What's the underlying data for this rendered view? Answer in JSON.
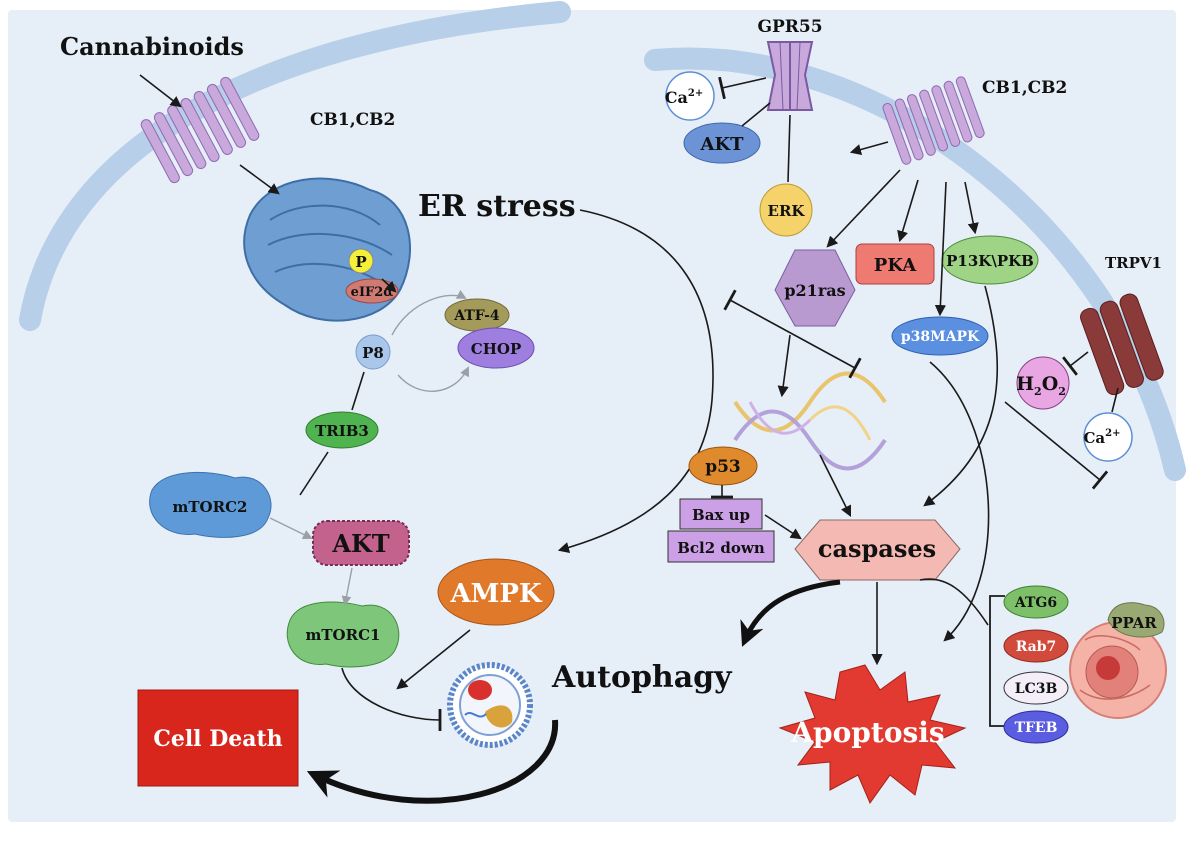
{
  "labels": {
    "cannabinoids": "Cannabinoids",
    "cb1cb2_left": "CB1,CB2",
    "p_badge": "P",
    "eif2a": "eIF2α",
    "atf4": "ATF-4",
    "chop": "CHOP",
    "p8": "P8",
    "trib3": "TRIB3",
    "mtorc2": "mTORC2",
    "akt_left": "AKT",
    "mtorc1": "mTORC1",
    "er_stress": "ER stress",
    "ampk": "AMPK",
    "autophagy": "Autophagy",
    "cell_death": "Cell Death",
    "gpr55": "GPR55",
    "ca_top_base": "Ca",
    "ca_top_sup": "2+",
    "akt_right": "AKT",
    "erk": "ERK",
    "cb1cb2_right": "CB1,CB2",
    "pka": "PKA",
    "pi3k_pkb": "P13K\\PKB",
    "p21ras": "p21ras",
    "p38mapk": "p38MAPK",
    "trpv1": "TRPV1",
    "h2o2_h": "H",
    "h2o2_sub1": "2",
    "h2o2_o": "O",
    "h2o2_sub2": "2",
    "ca_right_base": "Ca",
    "ca_right_sup": "2+",
    "p53": "p53",
    "bax_up": "Bax up",
    "bcl2_down": "Bcl2 down",
    "caspases": "caspases",
    "apoptosis": "Apoptosis",
    "atg6": "ATG6",
    "rab7": "Rab7",
    "lc3b": "LC3B",
    "tfeb": "TFEB",
    "ppar": "PPAR"
  },
  "colors": {
    "background": "#e6eef7",
    "membrane": "#b7cfe9",
    "receptor": "#c9a8dc",
    "er": "#6f9fd2",
    "akt_right": "#6b93d6",
    "erk": "#f6d36a",
    "pka": "#ef7a72",
    "pi3k": "#9fd486",
    "p21ras": "#b99ad0",
    "p38mapk": "#5b8fe0",
    "trpv1": "#8b3a3a",
    "h2o2": "#e8a6e3",
    "p53": "#e08a2e",
    "bax_bcl2": "#cba0e6",
    "caspases": "#f4b9b2",
    "apoptosis": "#e23a30",
    "atg6": "#7ec06a",
    "rab7": "#d24a3c",
    "lc3b": "#f3eef7",
    "tfeb": "#5b5de0",
    "ampk": "#e07a2a",
    "mtorc1": "#7dc67a",
    "mtorc2": "#5f9ad8",
    "akt_left": "#c4628e",
    "trib3": "#4fb34f",
    "p8": "#a9c7ea",
    "atf4": "#a49a5a",
    "chop": "#9e7fe0",
    "eif2a": "#cf7a72",
    "p_badge": "#f4f03a",
    "cell_death": "#d8261c"
  }
}
